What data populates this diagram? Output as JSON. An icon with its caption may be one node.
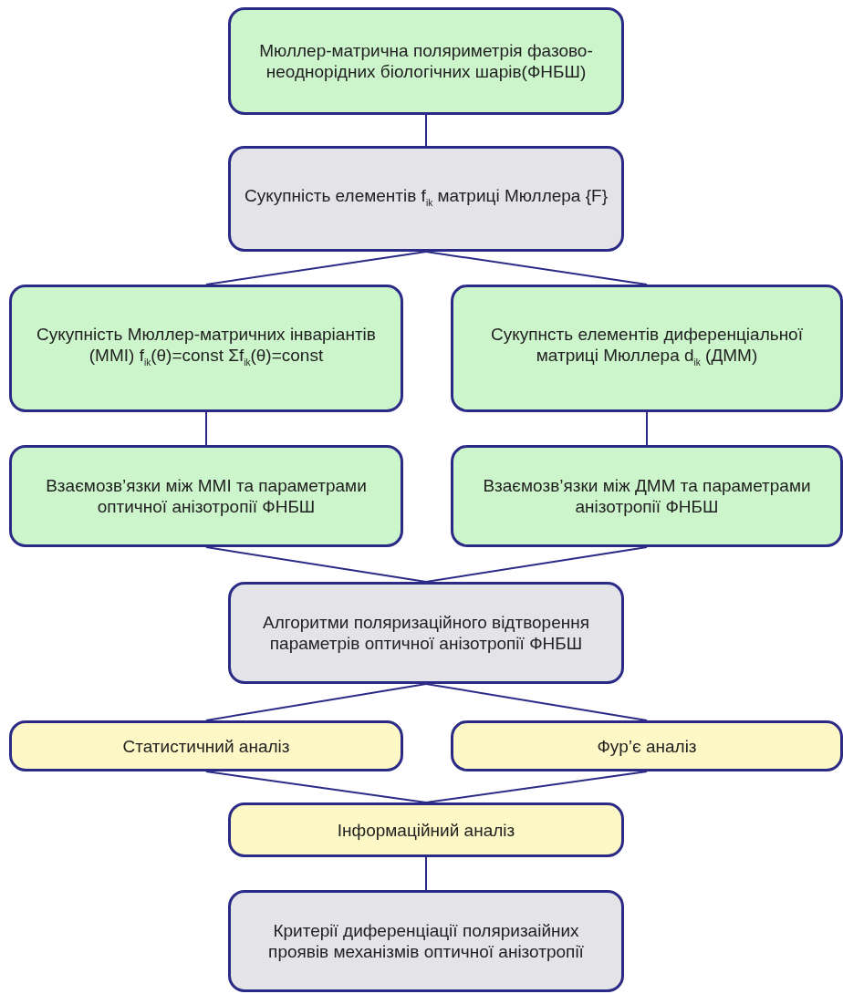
{
  "diagram": {
    "nodes": [
      {
        "text": [
          "Мюллер-матрична поляриметрія фазово-неоднорідних біологічних шарів(ФНБШ)"
        ]
      },
      {
        "text": [
          "Сукупність елементів f$_{ik}$ матриці Мюллера {F}"
        ]
      },
      {
        "text": [
          "Сукупність Мюллер-матричних інваріантів (MMI) f$_{ik}$(θ)=const Σf$_{ik}$(θ)=const"
        ]
      },
      {
        "text": [
          "Сукупнсть елементів диференціальної матриці Мюллера d$_{ik}$ (ДММ)"
        ]
      },
      {
        "text": [
          "Взаємозв’язки між MMI та параметрами оптичної анізотропії ФНБШ"
        ]
      },
      {
        "text": [
          "Взаємозв’язки між ДММ та параметрами анізотропії ФНБШ"
        ]
      },
      {
        "text": [
          "Алгоритми поляризаційного відтворення параметрів оптичної анізотропії ФНБШ"
        ]
      },
      {
        "text": [
          "Статистичний аналіз"
        ]
      },
      {
        "text": [
          "Фур’є аналіз"
        ]
      },
      {
        "text": [
          "Інформаційний аналіз"
        ]
      },
      {
        "text": [
          "Критерії диференціації поляризаійних проявів механізмів оптичної анізотропії"
        ]
      }
    ],
    "edges": [
      {
        "from": 0,
        "to": 1,
        "arrow": "none"
      },
      {
        "from": 1,
        "to": 2,
        "arrow": "none"
      },
      {
        "from": 1,
        "to": 3,
        "arrow": "none"
      },
      {
        "from": 2,
        "to": 4,
        "arrow": "none"
      },
      {
        "from": 3,
        "to": 5,
        "arrow": "none"
      },
      {
        "from": 4,
        "to": 6,
        "arrow": "none"
      },
      {
        "from": 5,
        "to": 6,
        "arrow": "none"
      },
      {
        "from": 6,
        "to": 7,
        "arrow": "none"
      },
      {
        "from": 6,
        "to": 8,
        "arrow": "none"
      },
      {
        "from": 7,
        "to": 9,
        "arrow": "none"
      },
      {
        "from": 8,
        "to": 9,
        "arrow": "none"
      },
      {
        "from": 9,
        "to": 10,
        "arrow": "none"
      }
    ]
  }
}
